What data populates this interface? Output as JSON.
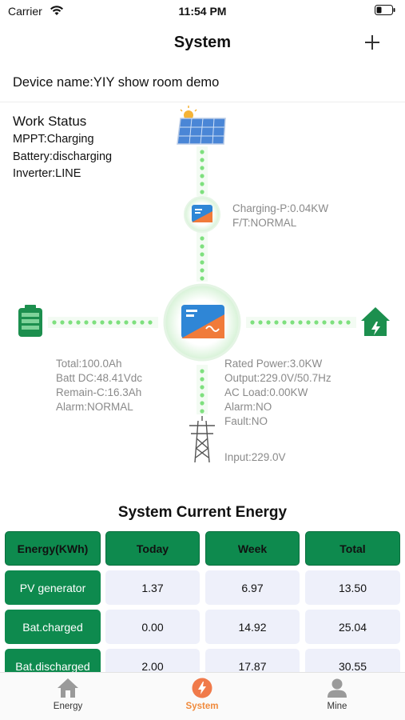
{
  "status_bar": {
    "carrier": "Carrier",
    "time": "11:54 PM"
  },
  "nav": {
    "title": "System",
    "add_icon": "plus-icon"
  },
  "device": {
    "text": "Device name:YIY show room demo"
  },
  "work_status": {
    "title": "Work Status",
    "mppt": "MPPT:Charging",
    "battery": "Battery:discharging",
    "inverter": "Inverter:LINE"
  },
  "flow": {
    "charger": {
      "power": "Charging-P:0.04KW",
      "ft": "F/T:NORMAL"
    },
    "battery": {
      "total": "Total:100.0Ah",
      "batt_dc": "Batt DC:48.41Vdc",
      "remain": "Remain-C:16.3Ah",
      "alarm": "Alarm:NORMAL"
    },
    "inverter": {
      "rated": "Rated Power:3.0KW",
      "output": "Output:229.0V/50.7Hz",
      "ac_load": "AC Load:0.00KW",
      "alarm": "Alarm:NO",
      "fault": "Fault:NO"
    },
    "grid": {
      "input": "Input:229.0V"
    }
  },
  "energy": {
    "title": "System Current Energy",
    "headers": [
      "Energy(KWh)",
      "Today",
      "Week",
      "Total"
    ],
    "rows": [
      [
        "PV generator",
        "1.37",
        "6.97",
        "13.50"
      ],
      [
        "Bat.charged",
        "0.00",
        "14.92",
        "25.04"
      ],
      [
        "Bat.discharged",
        "2.00",
        "17.87",
        "30.55"
      ]
    ]
  },
  "tabs": [
    {
      "label": "Energy",
      "icon": "home-icon"
    },
    {
      "label": "System",
      "icon": "bolt-icon"
    },
    {
      "label": "Mine",
      "icon": "person-icon"
    }
  ],
  "colors": {
    "accent_green": "#0e8a4e",
    "tab_active": "#f08a3c",
    "cell_bg": "#eef0fa",
    "flow_dot": "#7ee07e"
  }
}
